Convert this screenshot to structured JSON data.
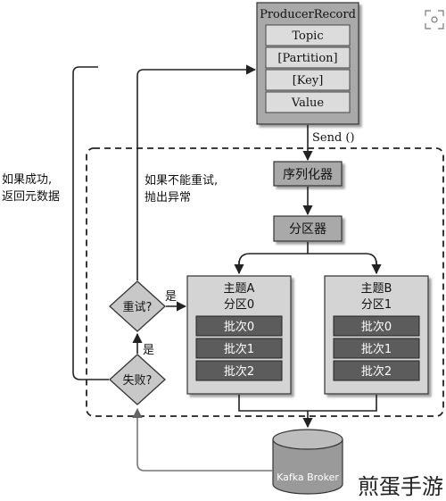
{
  "producer_record": {
    "title": "ProducerRecord",
    "fields": [
      "Topic",
      "[Partition]",
      "[Key]",
      "Value"
    ]
  },
  "send_label": "Send ()",
  "serializer_label": "序列化器",
  "partitioner_label": "分区器",
  "topics": [
    {
      "title": "主题A",
      "partition": "分区0",
      "batches": [
        "批次0",
        "批次1",
        "批次2"
      ]
    },
    {
      "title": "主题B",
      "partition": "分区1",
      "batches": [
        "批次0",
        "批次1",
        "批次2"
      ]
    }
  ],
  "decision_retry": "重试?",
  "decision_failed": "失败?",
  "yes_label": "是",
  "success_note": [
    "如果成功,",
    "返回元数据"
  ],
  "no_retry_note": [
    "如果不能重试,",
    "抛出异常"
  ],
  "broker_label": "Kafka Broker",
  "watermark": "煎蛋手游",
  "colors": {
    "box_fill": "#a9a9a9",
    "batch_fill": "#5c5c5c",
    "field_fill": "#dcdcdc",
    "topic_fill": "#d4d4d4",
    "line": "#222222"
  }
}
